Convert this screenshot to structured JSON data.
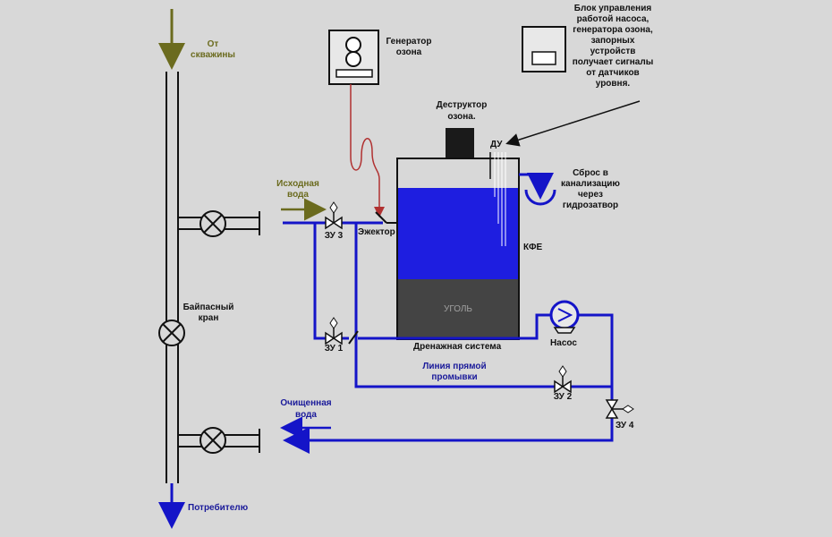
{
  "labels": {
    "from_well": [
      "От",
      "скважины"
    ],
    "raw_water": [
      "Исходная",
      "вода"
    ],
    "bypass_valve": [
      "Байпасный",
      "кран"
    ],
    "clean_water": [
      "Очищенная",
      "вода"
    ],
    "consumer": "Потребителю",
    "ozone_generator": [
      "Генератор",
      "озона"
    ],
    "ozone_destructor": [
      "Деструктор",
      "озона."
    ],
    "control_unit": [
      "Блок управления",
      "работой насоса,",
      "генератора озона,",
      "запорных",
      "устройств",
      "получает сигналы",
      "от датчиков",
      "уровня."
    ],
    "level_sensor": "ДУ",
    "drain": [
      "Сброс в",
      "канализацию",
      "через",
      "гидрозатвор"
    ],
    "tank": "КФЕ",
    "ejector": "Эжектор",
    "coal": "УГОЛЬ",
    "drainage_system": "Дренажная система",
    "direct_flush": [
      "Линия прямой",
      "промывки"
    ],
    "pump": "Насос",
    "zu1": "ЗУ 1",
    "zu2": "ЗУ 2",
    "zu3": "ЗУ 3",
    "zu4": "ЗУ 4"
  },
  "colors": {
    "background": "#d8d8d8",
    "water_line": "#1414c8",
    "tank_water": "#1e1ee0",
    "coal": "#444444",
    "ozone_line": "#b03030",
    "olive_arrow": "#6b6b1e"
  },
  "icons": {
    "valve": "valve-cross-icon",
    "pump": "pump-icon",
    "drain_trap": "siphon-icon",
    "control_unit": "control-box-icon",
    "ozone_generator": "ozone-generator-icon"
  }
}
